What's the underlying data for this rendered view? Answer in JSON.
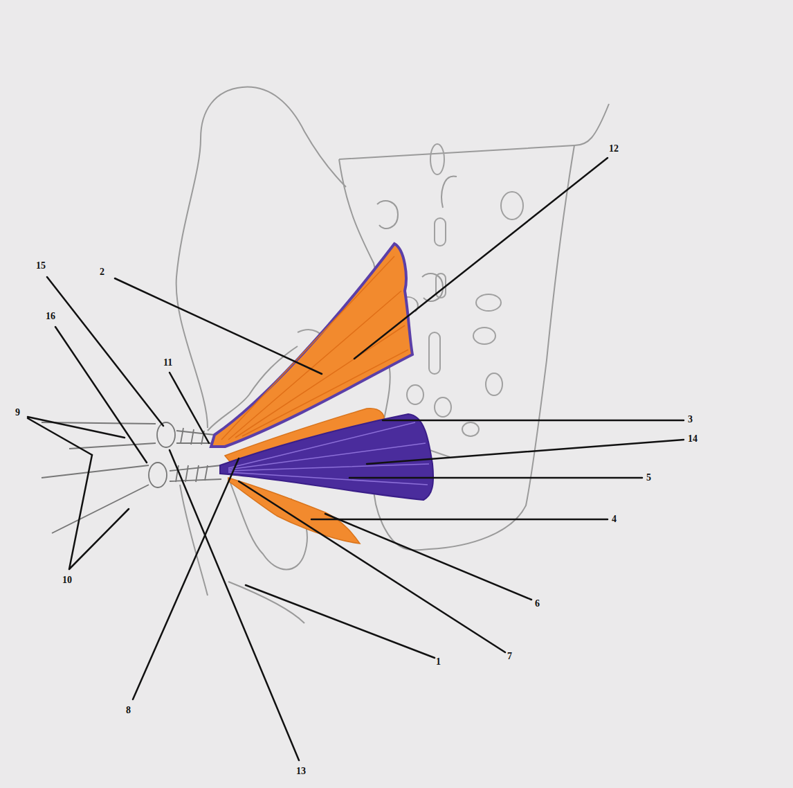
{
  "diagram": {
    "labels": [
      "12",
      "15",
      "2",
      "16",
      "11",
      "9",
      "3",
      "14",
      "5",
      "4",
      "10",
      "6",
      "1",
      "7",
      "8",
      "13"
    ]
  }
}
